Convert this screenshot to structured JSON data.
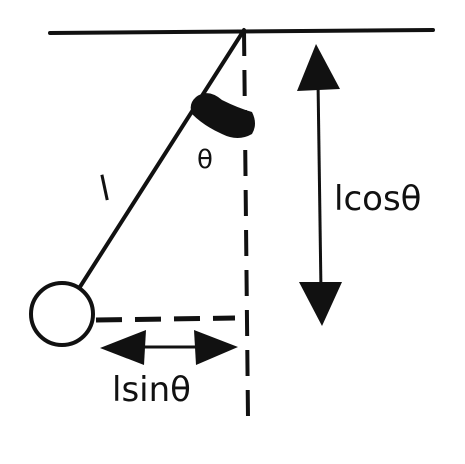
{
  "diagram": {
    "labels": {
      "length": "l",
      "angle": "θ",
      "vertical_component": "lcosθ",
      "horizontal_component": "lsinθ"
    },
    "colors": {
      "ink": "#111111",
      "background": "#ffffff",
      "bob_fill": "#ffffff"
    },
    "elements": {
      "ceiling": "horizontal-support-line",
      "string": "pendulum-string",
      "bob": "pendulum-bob",
      "angle_arc": "angle-arc-marker",
      "vertical_reference": "dashed-vertical-line",
      "horizontal_reference": "dashed-horizontal-line",
      "vertical_arrow": "double-headed-vertical-arrow",
      "horizontal_arrow": "double-headed-horizontal-arrow"
    }
  }
}
